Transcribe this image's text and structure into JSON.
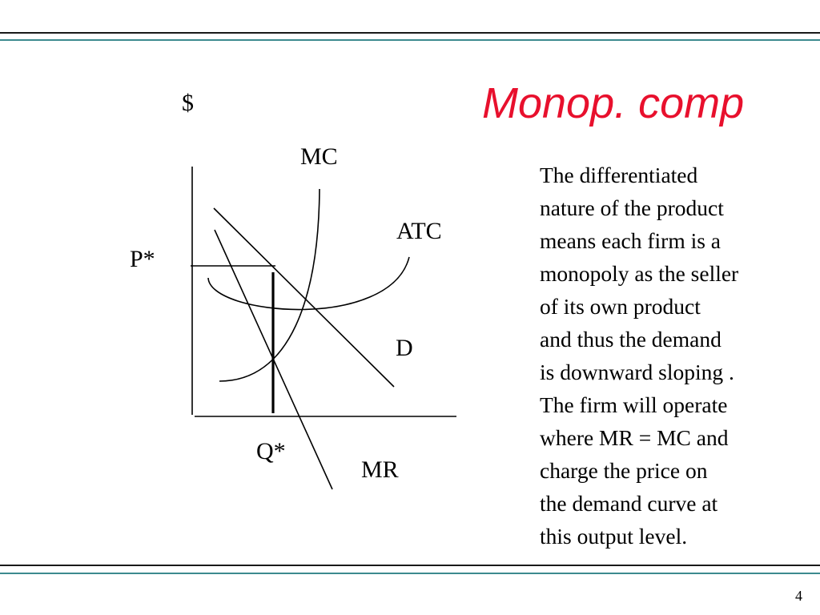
{
  "slide": {
    "title": "Monop. comp",
    "page_number": "4",
    "colors": {
      "title": "#e8102d",
      "rule_dark": "#1a1a1a",
      "rule_teal": "#3c8a8f",
      "ink": "#000000"
    }
  },
  "diagram": {
    "labels": {
      "y_axis": "$",
      "mc": "MC",
      "atc": "ATC",
      "price": "P*",
      "demand": "D",
      "quantity": "Q*",
      "mr": "MR"
    }
  },
  "body": {
    "lines": [
      "The differentiated",
      "nature of the product",
      "means each firm is a",
      "monopoly as the seller",
      "of its own product",
      "and thus the demand",
      "is downward sloping .",
      "The firm will operate",
      "where MR = MC and",
      "charge the price on",
      "the demand curve at",
      "this output level."
    ]
  }
}
